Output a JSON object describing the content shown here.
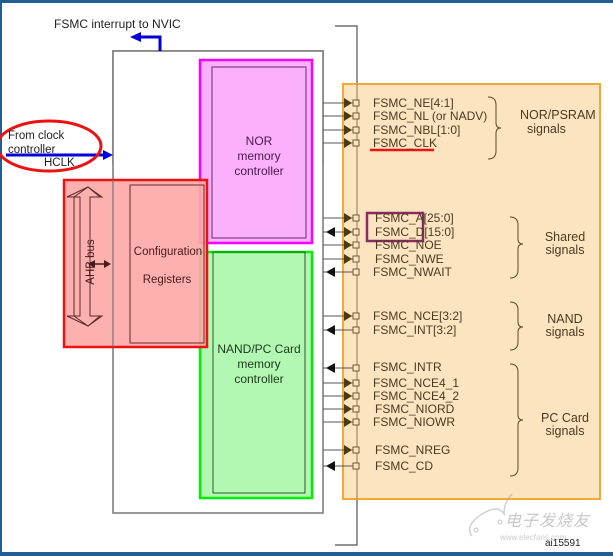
{
  "diagram": {
    "interrupt_label": "FSMC interrupt to NVIC",
    "clock_source_label_line1": "From clock",
    "clock_source_label_line2": "controller",
    "hclk_label": "HCLK",
    "ahb_bus_label": "AHB bus",
    "config_registers": {
      "line1": "Configuration",
      "line2": "Registers"
    },
    "nor_controller": {
      "line1": "NOR",
      "line2": "memory",
      "line3": "controller"
    },
    "nand_controller": {
      "line1": "NAND/PC Card",
      "line2": "memory",
      "line3": "controller"
    },
    "signal_groups": [
      {
        "name": "NOR/PSRAM signals",
        "line1": "NOR/PSRAM",
        "line2": "signals",
        "signals": [
          {
            "label": "FSMC_NE[4:1]",
            "direction": "out"
          },
          {
            "label": "FSMC_NL (or NADV)",
            "direction": "out"
          },
          {
            "label": "FSMC_NBL[1:0]",
            "direction": "out"
          },
          {
            "label": "FSMC_CLK",
            "direction": "out",
            "highlight": "red-underline"
          }
        ]
      },
      {
        "name": "Shared signals",
        "line1": "Shared",
        "line2": "signals",
        "signals": [
          {
            "label": "FSMC_A[25:0]",
            "direction": "out",
            "highlight": "box"
          },
          {
            "label": "FSMC_D[15:0]",
            "direction": "bidir",
            "highlight": "box"
          },
          {
            "label": "FSMC_NOE",
            "direction": "out"
          },
          {
            "label": "FSMC_NWE",
            "direction": "out"
          },
          {
            "label": "FSMC_NWAIT",
            "direction": "in"
          }
        ]
      },
      {
        "name": "NAND signals",
        "line1": "NAND",
        "line2": "signals",
        "signals": [
          {
            "label": "FSMC_NCE[3:2]",
            "direction": "out"
          },
          {
            "label": "FSMC_INT[3:2]",
            "direction": "in"
          }
        ]
      },
      {
        "name": "PC Card signals",
        "line1": "PC Card",
        "line2": "signals",
        "signals": [
          {
            "label": "FSMC_INTR",
            "direction": "in"
          },
          {
            "label": "FSMC_NCE4_1",
            "direction": "out"
          },
          {
            "label": "FSMC_NCE4_2",
            "direction": "out"
          },
          {
            "label": "FSMC_NIORD",
            "direction": "out"
          },
          {
            "label": "FSMC_NIOWR",
            "direction": "out"
          },
          {
            "label": "FSMC_NREG",
            "direction": "out"
          },
          {
            "label": "FSMC_CD",
            "direction": "in"
          }
        ]
      }
    ],
    "figure_id": "ai15591",
    "watermark_text": "电子发烧友",
    "watermark_url": "www.elecfans.com",
    "colors": {
      "frame": "#1f5f96",
      "nor_fill": "#fbb0fb",
      "nor_border": "#ff00ff",
      "nand_fill": "#b2f7b2",
      "nand_border": "#00ee00",
      "config_fill": "#fcaaa8",
      "config_border": "#ee1111",
      "signals_fill": "#fde4c0",
      "signals_border": "#f4a836",
      "arrow_blue": "#0000dd",
      "highlight_red": "#ee1111",
      "highlight_box": "#8a2a62"
    }
  }
}
